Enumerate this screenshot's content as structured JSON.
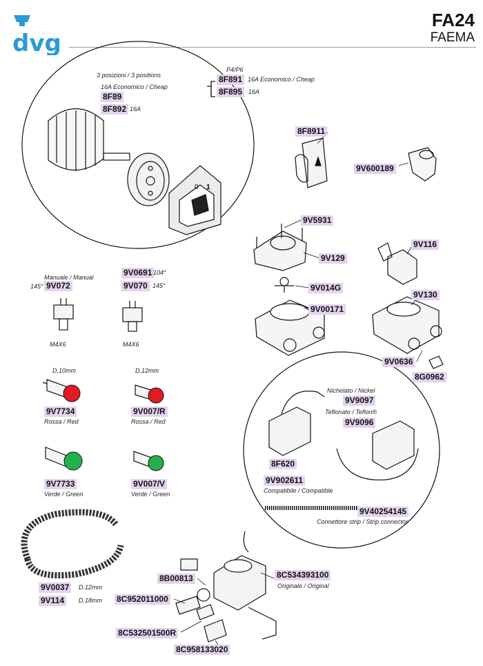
{
  "header": {
    "logo": "dvg",
    "model": "FA24",
    "brand": "FAEMA"
  },
  "colors": {
    "code_bg": "#e4d2ee",
    "logo": "#2a9bd6",
    "red": "#e31b23",
    "green": "#22b14c"
  },
  "labels": {
    "positions": "3 posizioni / 3 positions",
    "eco1": "16A Economico / Cheap",
    "c8F89": "8F89",
    "c8F892": "8F892",
    "a16": "16A",
    "p4p6": "P4/P6",
    "c8F891": "8F891",
    "eco2": "16A Economico / Cheap",
    "c8F895": "8F895",
    "b16": "16A",
    "c8F8911": "8F8911",
    "c9V600189": "9V600189",
    "c9V5931": "9V5931",
    "c9V129": "9V129",
    "c9V116": "9V116",
    "manual": "Manuale / Manual",
    "deg145a": "145°",
    "c9V072": "9V072",
    "c9V0691": "9V0691",
    "deg104": "104°",
    "c9V070": "9V070",
    "deg145b": "145°",
    "m4x6a": "M4X6",
    "m4x6b": "M4X6",
    "c9V014G": "9V014G",
    "c9V00171": "9V00171",
    "c9V130": "9V130",
    "c9V0636": "9V0636",
    "c8G0962": "8G0962",
    "d10": "D.10mm",
    "d12": "D.12mm",
    "c9V7734": "9V7734",
    "red1": "Rossa / Red",
    "c9V007R": "9V007/R",
    "red2": "Rossa / Red",
    "c9V7733": "9V7733",
    "green1": "Verde / Green",
    "c9V007V": "9V007/V",
    "green2": "Verde / Green",
    "nickel": "Nichelato / Nickel",
    "c9V9097": "9V9097",
    "teflon": "Teflonato / Teflon®",
    "c9V9096": "9V9096",
    "c8F620": "8F620",
    "c9V902611": "9V902611",
    "compat": "Compatibile / Compatible",
    "c9V40254145": "9V40254145",
    "strip": "Connettore strip / Strip connector",
    "c9V0037": "9V0037",
    "d12b": "D.12mm",
    "c9V114": "9V114",
    "d18": "D.18mm",
    "c8B00813": "8B00813",
    "c8C534393100": "8C534393100",
    "original": "Originale / Original",
    "c8C952011000": "8C952011000",
    "c8C532501500R": "8C532501500R",
    "c8C958133020": "8C958133020",
    "dial0": "0",
    "dial1": "1"
  }
}
